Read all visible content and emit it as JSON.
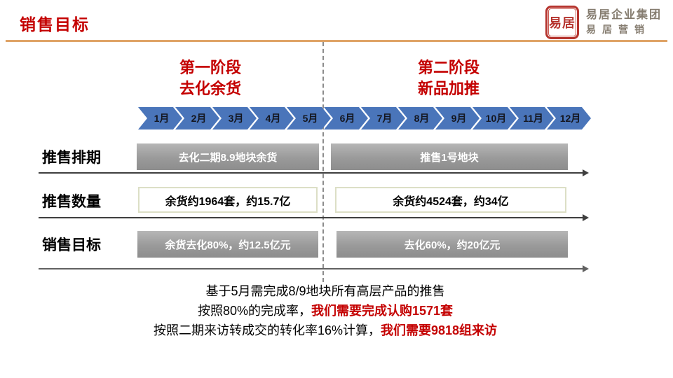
{
  "header": {
    "title": "销售目标",
    "logo": {
      "seal_text": "易居",
      "company": "易居企业集团",
      "brand": "易居营销"
    }
  },
  "phases": [
    {
      "line1": "第一阶段",
      "line2": "去化余货"
    },
    {
      "line1": "第二阶段",
      "line2": "新品加推"
    }
  ],
  "timeline": {
    "months": [
      "1月",
      "2月",
      "3月",
      "4月",
      "5月",
      "6月",
      "7月",
      "8月",
      "9月",
      "10月",
      "11月",
      "12月"
    ]
  },
  "rows": [
    {
      "label": "推售排期",
      "phase1": "去化二期8.9地块余货",
      "phase2": "推售1号地块"
    },
    {
      "label": "推售数量",
      "phase1": "余货约1964套，约15.7亿",
      "phase2": "余货约4524套，约34亿"
    },
    {
      "label": "销售目标",
      "phase1": "余货去化80%，约12.5亿元",
      "phase2": "去化60%，约20亿元"
    }
  ],
  "footer": {
    "lines": [
      {
        "black": "基于5月需完成8/9地块所有高层产品的推售",
        "red": ""
      },
      {
        "black": "按照80%的完成率，",
        "red": "我们需要完成认购1571套"
      },
      {
        "black": "按照二期来访转成交的转化率16%计算，",
        "red": "我们需要9818组来访"
      }
    ]
  },
  "colors": {
    "accent_red": "#c40000",
    "chevron_blue": "#4a75ba",
    "tan_divider": "#dfa467",
    "bar_gray": "#9a9a9a",
    "seal_red": "#b5342e"
  }
}
